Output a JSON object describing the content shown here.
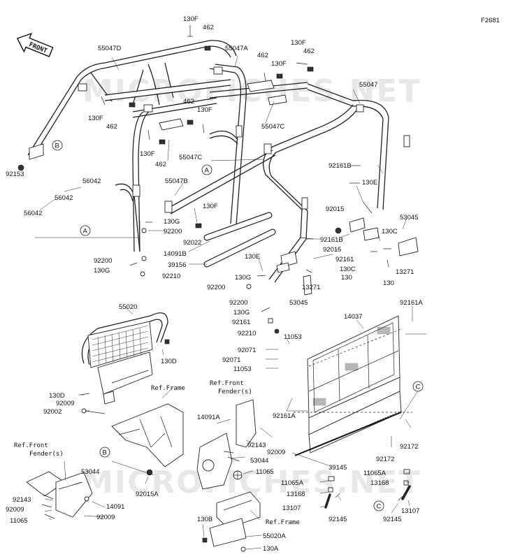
{
  "figure_id": "F2681",
  "front_label": "FRONT",
  "watermark": "MICROFICHES.NET",
  "callouts": [
    "A",
    "B",
    "C"
  ],
  "references": {
    "front_fender_1": "Ref.Front",
    "front_fender_2": "Fender(s)",
    "frame": "Ref.Frame"
  },
  "labels": {
    "p130F_a": "130F",
    "p462_a": "462",
    "p55047D": "55047D",
    "p55047A": "55047A",
    "p130F_b": "130F",
    "p462_b": "462",
    "p462_c": "462",
    "p130F_c": "130F",
    "p55047": "55047",
    "p130F_d": "130F",
    "p462_d": "462",
    "p462_e": "462",
    "p130F_e": "130F",
    "p55047C_a": "55047C",
    "p130F_f": "130F",
    "p462_f": "462",
    "p55047C_b": "55047C",
    "p92153": "92153",
    "p56042_a": "56042",
    "p56042_b": "56042",
    "p56042_c": "56042",
    "p55047B": "55047B",
    "p130F_g": "130F",
    "p130G_a": "130G",
    "p92200_a": "92200",
    "p92022": "92022",
    "p14091B": "14091B",
    "p39156": "39156",
    "p92200_b": "92200",
    "p130G_b": "130G",
    "p92210_a": "92210",
    "p92161B_a": "92161B",
    "p130E_a": "130E",
    "p92015_a": "92015",
    "p53045_a": "53045",
    "p130C_a": "130C",
    "p92161B_b": "92161B",
    "p92015_b": "92015",
    "p92161_a": "92161",
    "p130_a": "130",
    "p13271_a": "13271",
    "p130E_b": "130E",
    "p130C_b": "130C",
    "p130G_c": "130G",
    "p130_b": "130",
    "p92200_c": "92200",
    "p13271_b": "13271",
    "p92200_d": "92200",
    "p130G_d": "130G",
    "p53045_b": "53045",
    "p92161_b": "92161",
    "p92210_b": "92210",
    "p55020": "55020",
    "p14037": "14037",
    "p92161A_a": "92161A",
    "p11053_a": "11053",
    "p92071_a": "92071",
    "p92071_b": "92071",
    "p11053_b": "11053",
    "p130D_a": "130D",
    "p130D_b": "130D",
    "p92009_a": "92009",
    "p92002": "92002",
    "p92161A_b": "92161A",
    "p14091A": "14091A",
    "p92143_a": "92143",
    "p92009_b": "92009",
    "p92172_a": "92172",
    "p92172_b": "92172",
    "p53044_a": "53044",
    "p39145": "39145",
    "p53044_b": "53044",
    "p11065_a": "11065",
    "p11065A_a": "11065A",
    "p11065A_b": "11065A",
    "p13168_a": "13168",
    "p13168_b": "13168",
    "p92015A": "92015A",
    "p92143_b": "92143",
    "p92009_c": "92009",
    "p14091": "14091",
    "p11065_b": "11065",
    "p92009_d": "92009",
    "p13107_a": "13107",
    "p13107_b": "13107",
    "p92145_a": "92145",
    "p92145_b": "92145",
    "p130B": "130B",
    "p55020A": "55020A",
    "p130A": "130A"
  }
}
